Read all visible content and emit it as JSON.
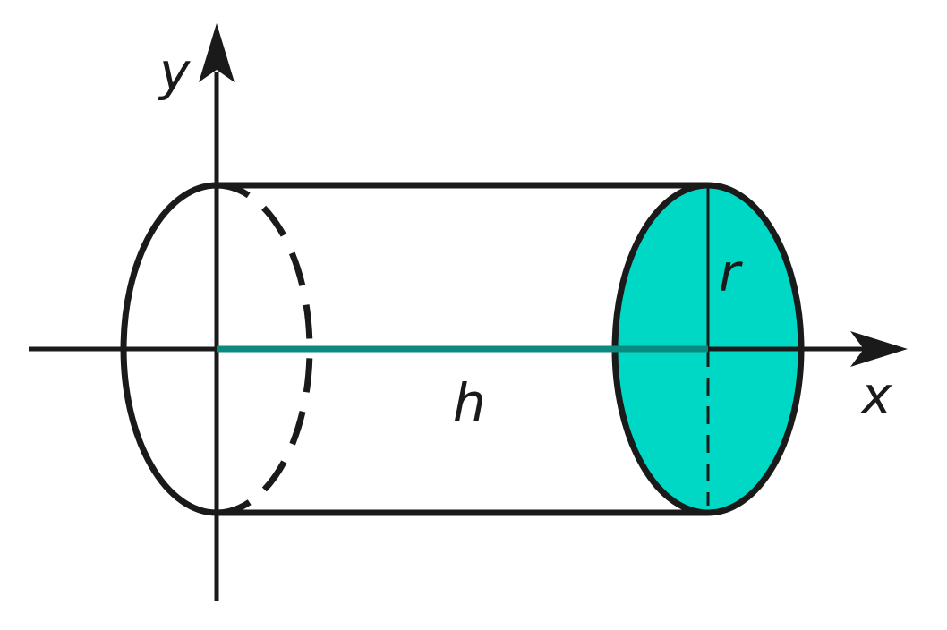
{
  "labels": {
    "y_axis": "y",
    "x_axis": "x",
    "radius": "r",
    "height": "h"
  },
  "colors": {
    "stroke": "#1a1a1a",
    "face_fill": "#00d8c6",
    "height_line": "#0b8a7e",
    "background": "#ffffff"
  }
}
